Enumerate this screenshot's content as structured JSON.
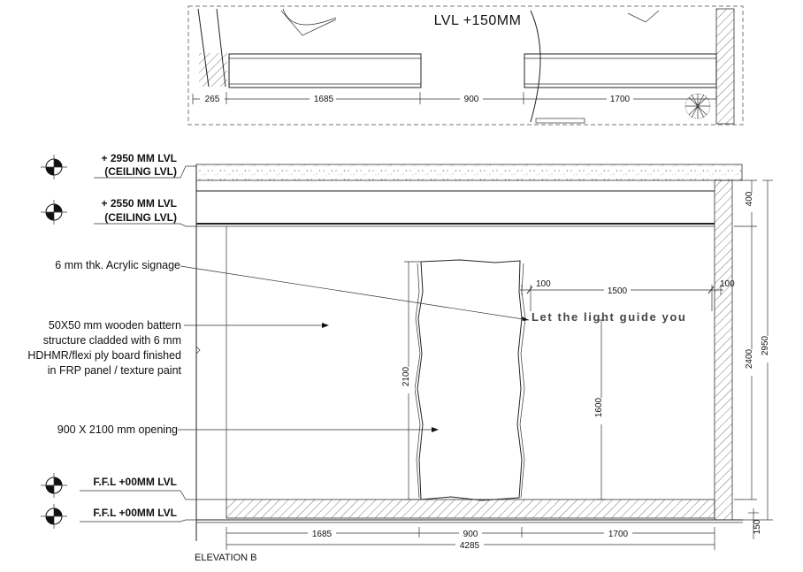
{
  "plan": {
    "title": "LVL +150MM",
    "dimensions": [
      "265",
      "1685",
      "900",
      "1700"
    ]
  },
  "levels": [
    {
      "line1": "+ 2950 MM LVL",
      "line2": "(CEILING LVL)"
    },
    {
      "line1": "+ 2550 MM LVL",
      "line2": "(CEILING LVL)"
    },
    {
      "line1": "F.F.L +00MM LVL",
      "line2": ""
    },
    {
      "line1": "F.F.L +00MM LVL",
      "line2": ""
    }
  ],
  "annotations": {
    "signage": "6 mm thk. Acrylic signage",
    "structure": [
      "50X50 mm wooden battern",
      "structure cladded with 6 mm",
      "HDHMR/flexi ply board finished",
      "in FRP panel / texture paint"
    ],
    "opening": "900 X 2100 mm opening"
  },
  "signage_text": "Let the light guide you",
  "dimensions": {
    "sign_left": "100",
    "sign_width": "1500",
    "sign_right": "100",
    "opening_height": "2100",
    "sign_height": "1600",
    "right_400": "400",
    "right_2400": "2400",
    "right_2950": "2950",
    "right_150": "150",
    "bottom_1685": "1685",
    "bottom_900": "900",
    "bottom_1700": "1700",
    "total": "4285"
  },
  "drawing_title": "ELEVATION B"
}
